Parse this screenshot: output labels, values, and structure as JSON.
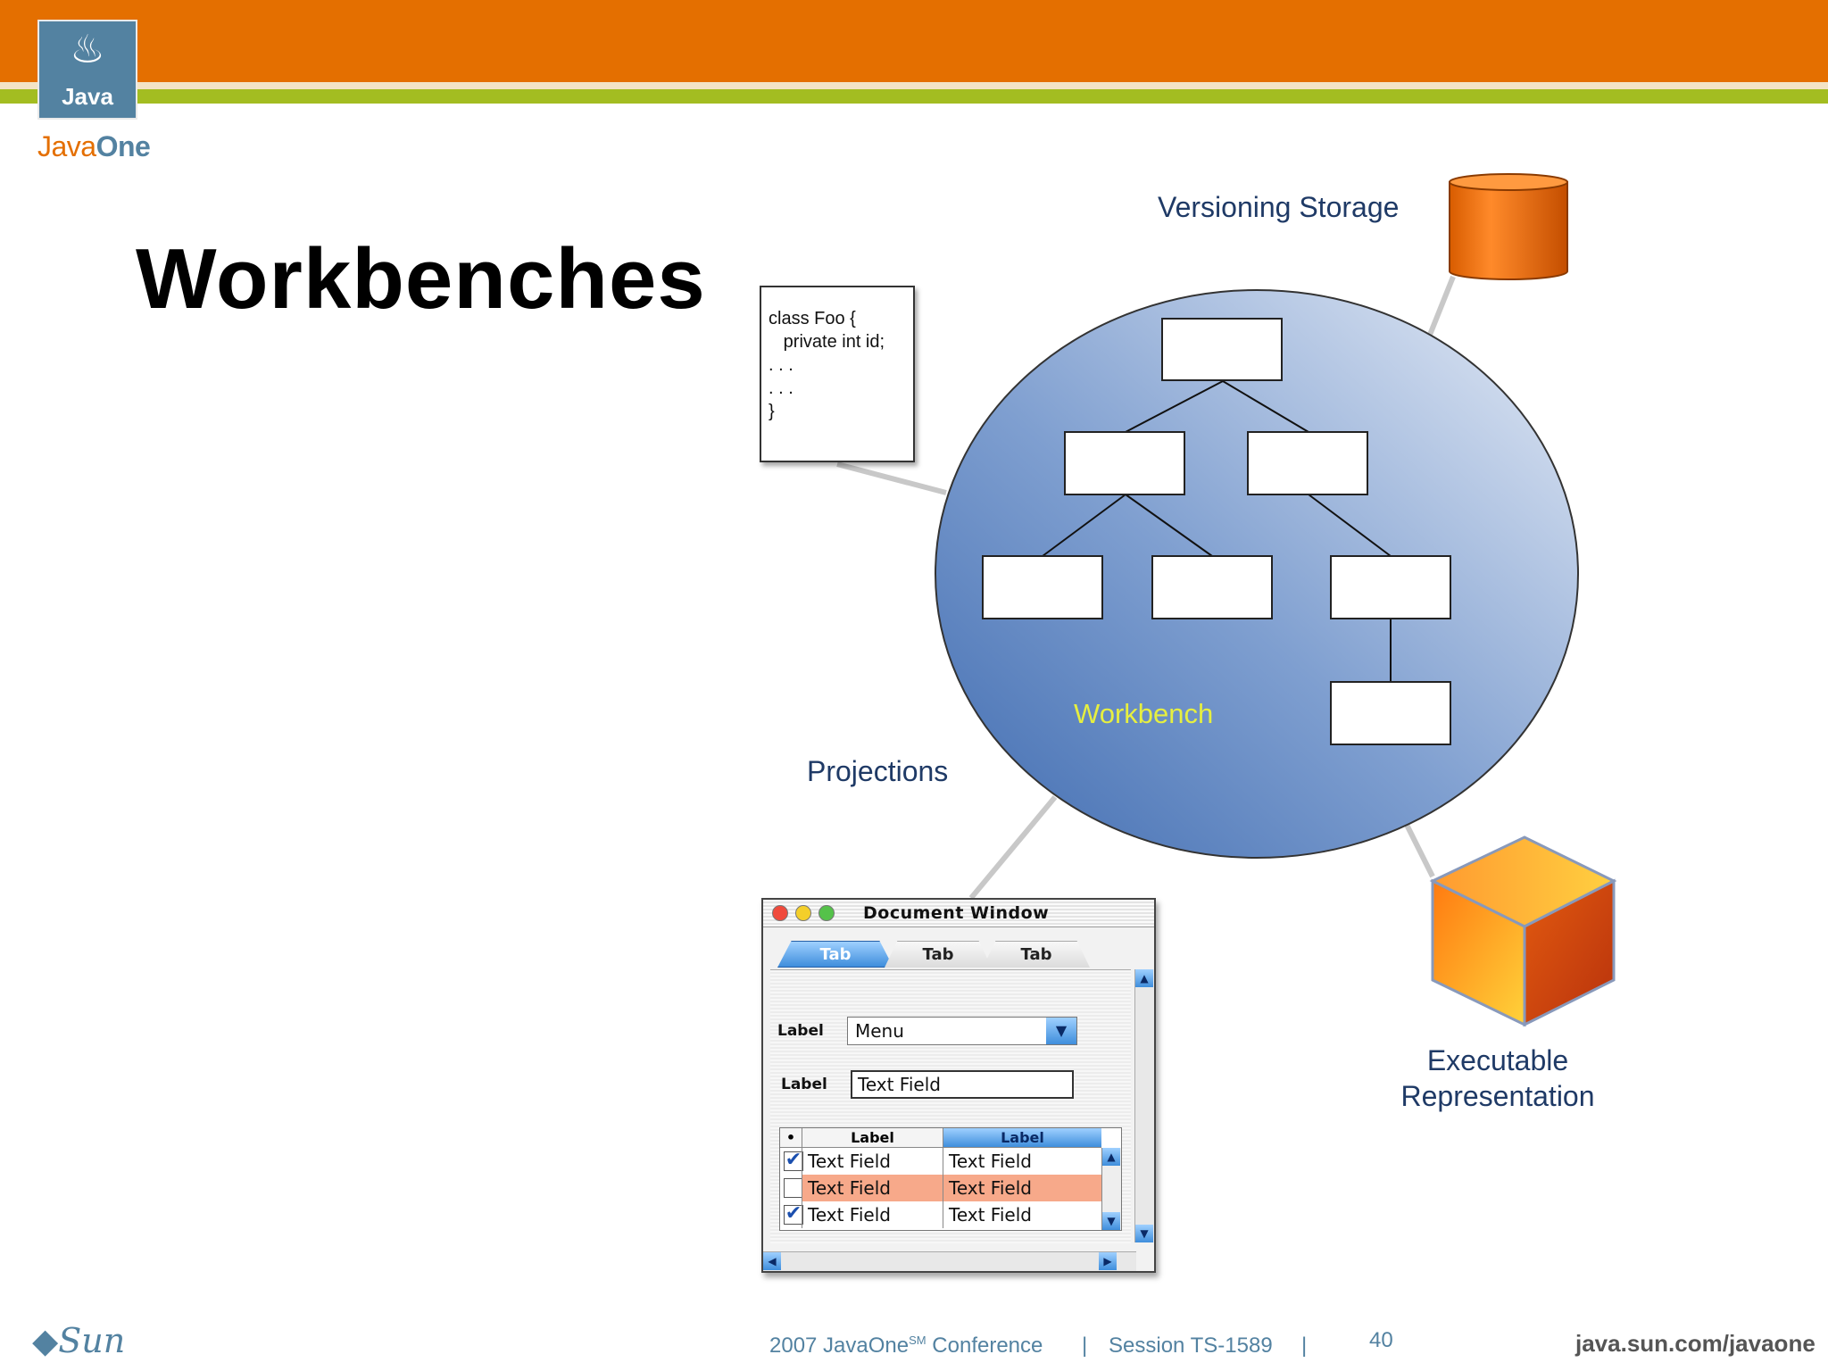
{
  "header": {
    "java_logo_text": "Java",
    "brand_part1": "Java",
    "brand_part2": "One"
  },
  "slide": {
    "title": "Workbenches"
  },
  "diagram": {
    "labels": {
      "versioning_storage": "Versioning Storage",
      "workbench": "Workbench",
      "projections": "Projections",
      "executable_line1": "Executable",
      "executable_line2": "Representation"
    },
    "code_lines": [
      "class Foo {",
      "   private int id;",
      ". . .",
      ". . .",
      "",
      "}"
    ],
    "document_window": {
      "title": "Document Window",
      "tabs": [
        "Tab",
        "Tab",
        "Tab"
      ],
      "label1": "Label",
      "menu_value": "Menu",
      "label2": "Label",
      "text_field_value": "Text Field",
      "grid_headers": [
        "Label",
        "Label"
      ],
      "grid_rows": [
        {
          "c1": "Text Field",
          "c2": "Text Field",
          "checked": true
        },
        {
          "c1": "Text Field",
          "c2": "Text Field",
          "checked": false
        },
        {
          "c1": "Text Field",
          "c2": "Text Field",
          "checked": true
        }
      ]
    }
  },
  "footer": {
    "logo_text": "Sun",
    "conference": "2007 JavaOne",
    "conference_sup": "SM",
    "conference_suffix": " Conference",
    "separator": "|",
    "session": "Session TS-1589",
    "page_number": "40",
    "url": "java.sun.com/javaone"
  },
  "colors": {
    "orange_band": "#e46f00",
    "green_band": "#a3bd21",
    "label_blue": "#1f3a66",
    "workbench_label": "#e6ef40"
  }
}
